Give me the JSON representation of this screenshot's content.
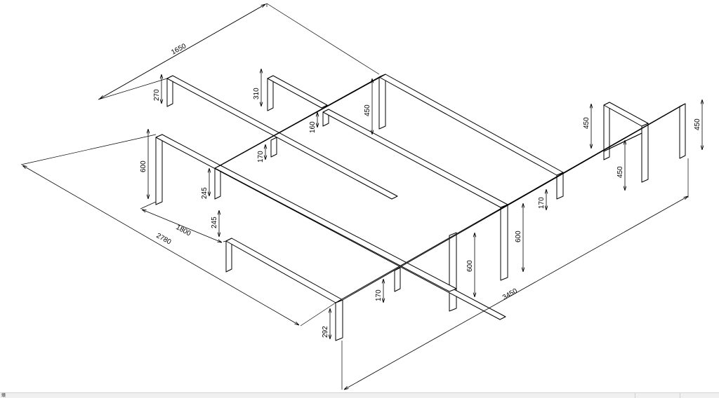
{
  "drawing": {
    "dimensions": {
      "top_width": "1650",
      "depth_total": "2780",
      "depth_partial": "1800",
      "length_total": "3450",
      "post_a": "270",
      "post_b": "310",
      "post_c": "450",
      "post_d": "160",
      "post_e": "170",
      "post_f": "600",
      "post_g": "245",
      "post_h": "245",
      "post_i": "450",
      "post_j": "450",
      "post_k": "450",
      "post_l": "170",
      "post_m": "600",
      "post_n": "600",
      "post_o": "170",
      "post_p": "292"
    }
  },
  "statusbar": {
    "glyph": "蟻"
  }
}
